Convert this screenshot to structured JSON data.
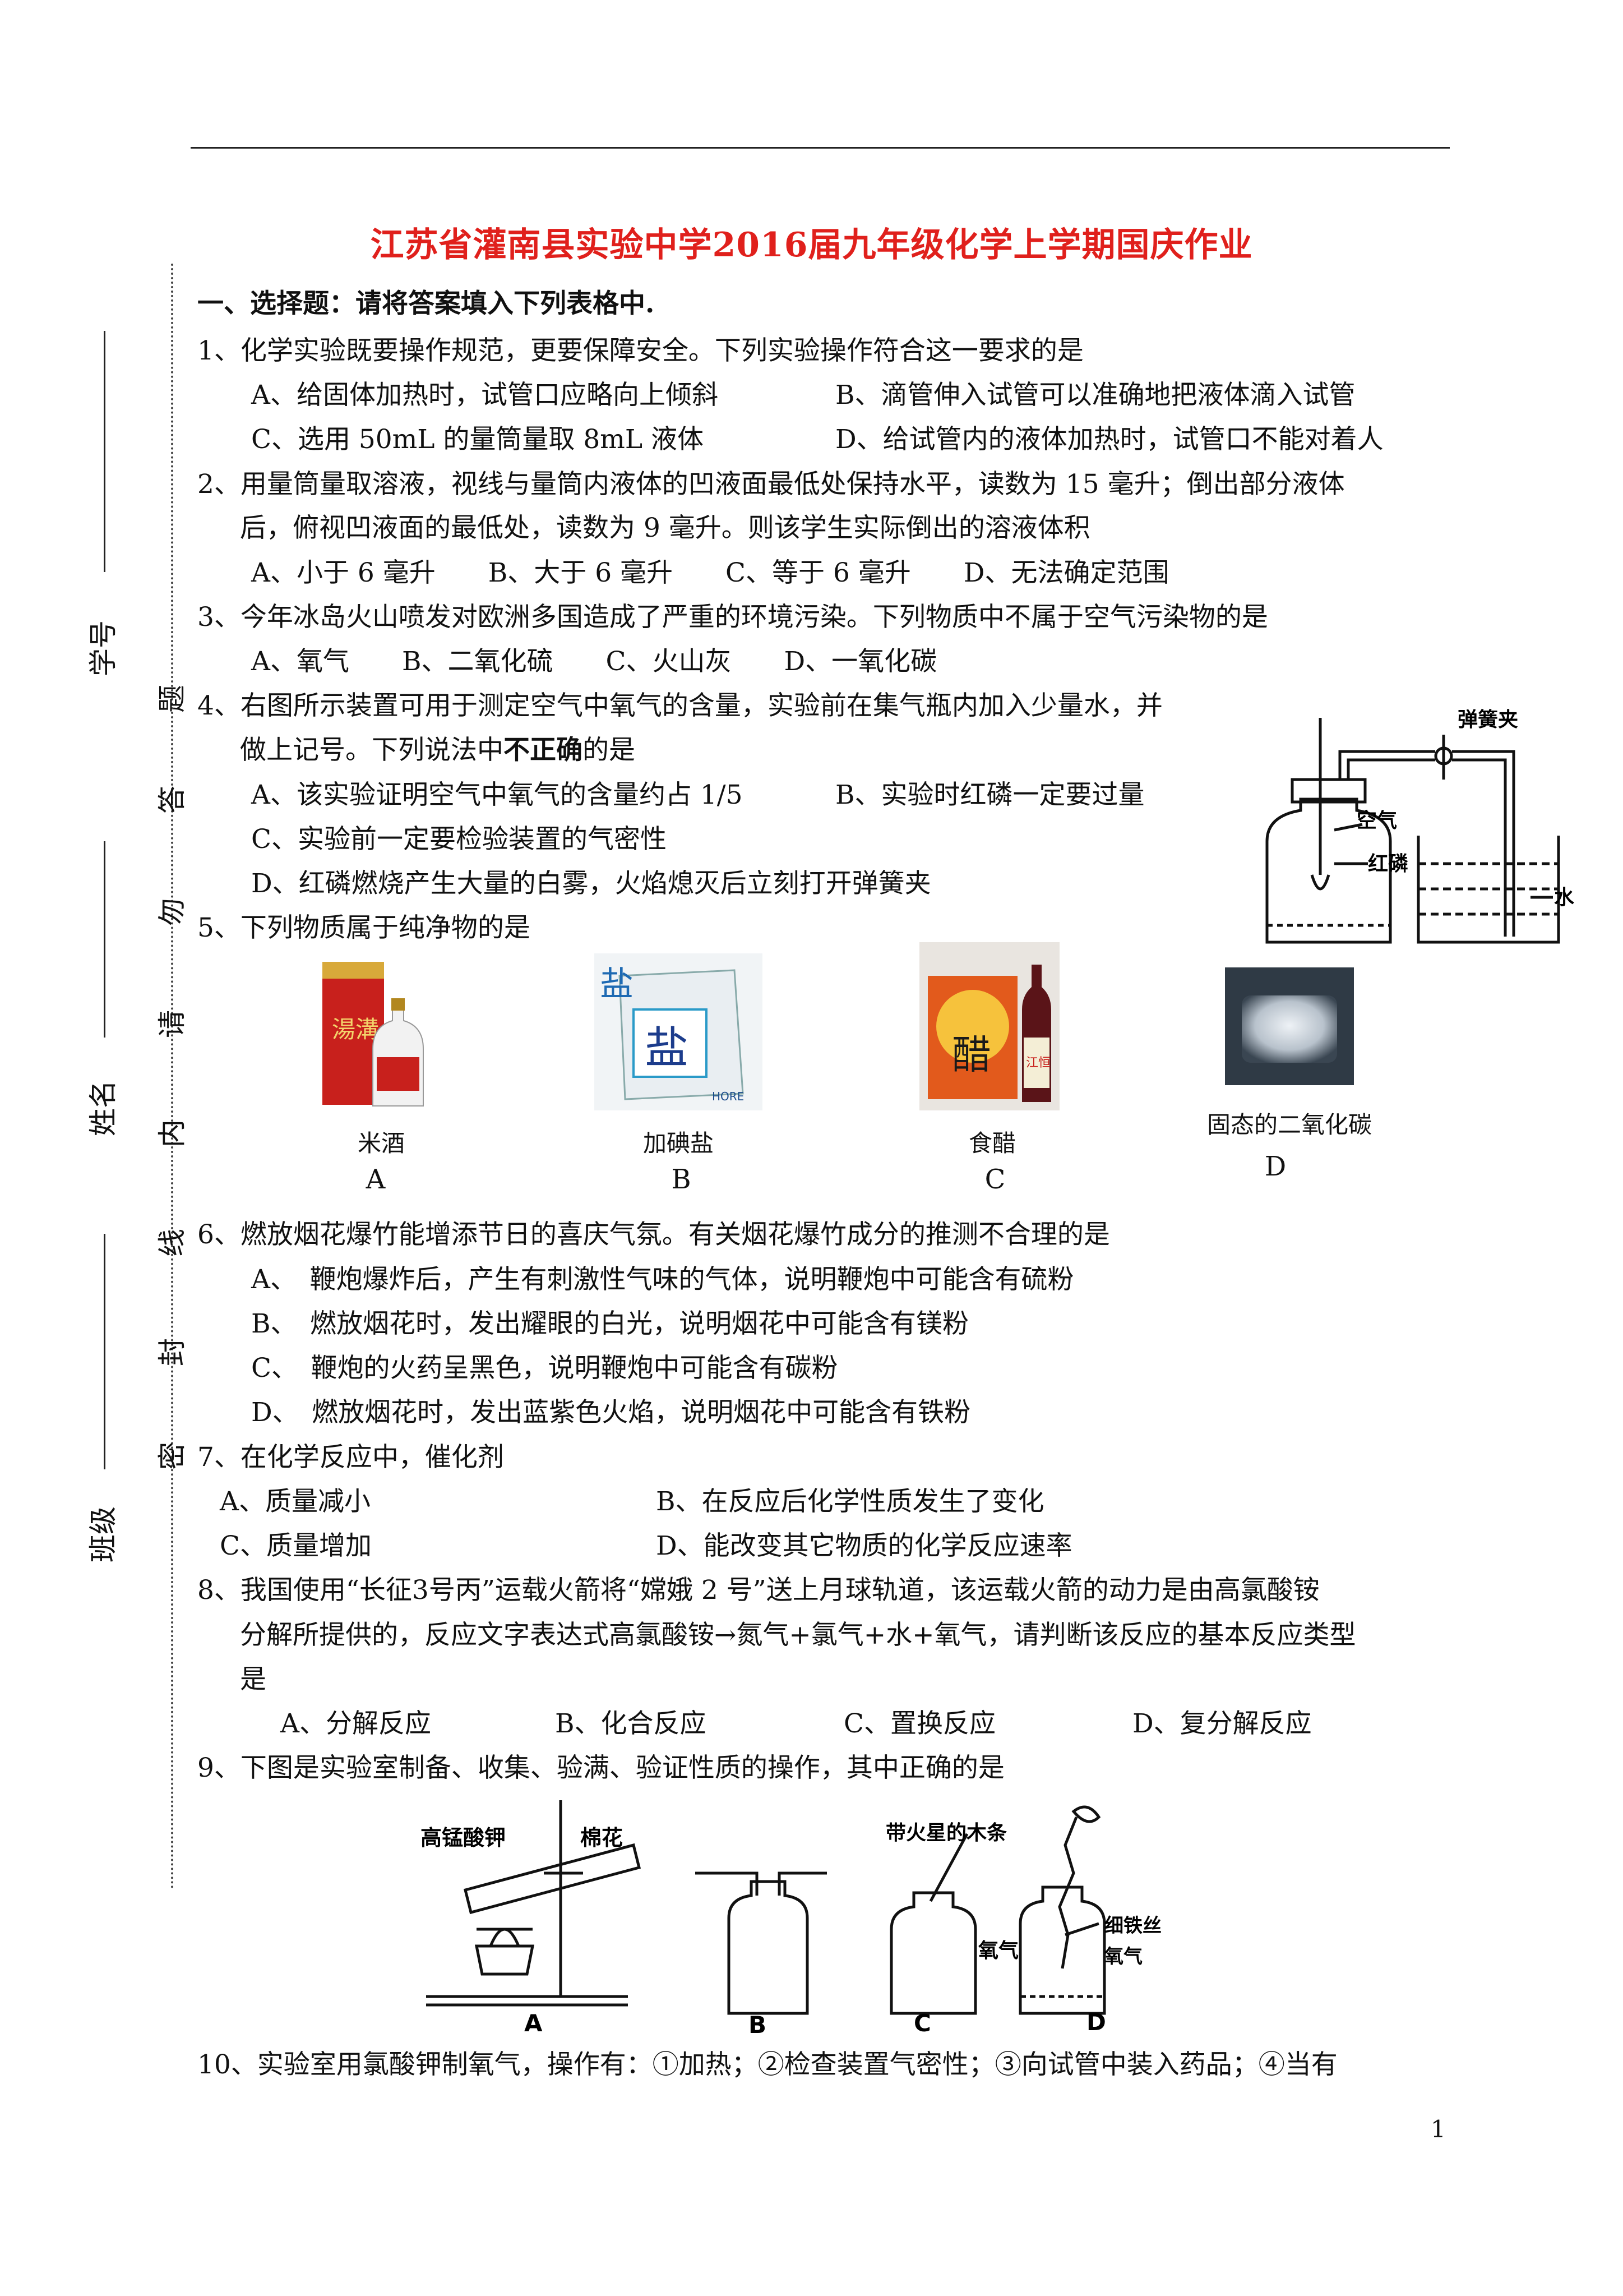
{
  "title": "江苏省灌南县实验中学2016届九年级化学上学期国庆作业",
  "side_labels": {
    "xuehao": "学号",
    "xingming": "姓名",
    "banji": "班级"
  },
  "seal_chars": [
    "题",
    "答",
    "勿",
    "请",
    "内",
    "线",
    "封",
    "密"
  ],
  "section_heading": "一、选择题：请将答案填入下列表格中.",
  "q1": {
    "stem": "1、化学实验既要操作规范，更要保障安全。下列实验操作符合这一要求的是",
    "a": "A、给固体加热时，试管口应略向上倾斜",
    "b": "B、滴管伸入试管可以准确地把液体滴入试管",
    "c": "C、选用 50mL 的量筒量取 8mL 液体",
    "d": "D、给试管内的液体加热时，试管口不能对着人"
  },
  "q2": {
    "stem1": "2、用量筒量取溶液，视线与量筒内液体的凹液面最低处保持水平，读数为 15 毫升；倒出部分液体",
    "stem2": "后，俯视凹液面的最低处，读数为 9 毫升。则该学生实际倒出的溶液体积",
    "opts": "A、小于 6 毫升　　B、大于 6 毫升　　C、等于 6 毫升　　D、无法确定范围"
  },
  "q3": {
    "stem": "3、今年冰岛火山喷发对欧洲多国造成了严重的环境污染。下列物质中不属于空气污染物的是",
    "opts": "A、氧气　　B、二氧化硫　　C、火山灰　　D、一氧化碳"
  },
  "q4": {
    "stem1": "4、右图所示装置可用于测定空气中氧气的含量，实验前在集气瓶内加入少量水，并",
    "stem2_pre": "做上记号。下列说法中",
    "stem2_bold": "不正确",
    "stem2_post": "的是",
    "a": "A、该实验证明空气中氧气的含量约占 1/5",
    "b": "B、实验时红磷一定要过量",
    "c": "C、实验前一定要检验装置的气密性",
    "d": "D、红磷燃烧产生大量的白雾，火焰熄灭后立刻打开弹簧夹",
    "fig_labels": {
      "clip": "弹簧夹",
      "air": "空气",
      "phosphorus": "红磷",
      "water": "水"
    }
  },
  "q5": {
    "stem": "5、下列物质属于纯净物的是",
    "items": [
      {
        "caption": "米酒",
        "letter": "A"
      },
      {
        "caption": "加碘盐",
        "letter": "B"
      },
      {
        "caption": "食醋",
        "letter": "C"
      },
      {
        "caption": "固态的二氧化碳",
        "letter": "D"
      }
    ],
    "logo_texts": {
      "jiu": "湯溝",
      "yan_top": "盐",
      "yan_bag": "盐",
      "yan_brand": "HORE",
      "cu": "醋",
      "cu_bottle": "江恒"
    }
  },
  "q6": {
    "stem": "6、燃放烟花爆竹能增添节日的喜庆气氛。有关烟花爆竹成分的推测不合理的是",
    "a": "A、　鞭炮爆炸后，产生有刺激性气味的气体，说明鞭炮中可能含有硫粉",
    "b": "B、　燃放烟花时，发出耀眼的白光，说明烟花中可能含有镁粉",
    "c": "C、　鞭炮的火药呈黑色，说明鞭炮中可能含有碳粉",
    "d": "D、　燃放烟花时，发出蓝紫色火焰，说明烟花中可能含有铁粉"
  },
  "q7": {
    "stem": "7、在化学反应中，催化剂",
    "a": "A、质量减小",
    "b": "B、在反应后化学性质发生了变化",
    "c": "C、质量增加",
    "d": "D、能改变其它物质的化学反应速率"
  },
  "q8": {
    "stem1": "8、我国使用“长征3号丙”运载火箭将“嫦娥 2 号”送上月球轨道，该运载火箭的动力是由高氯酸铵",
    "stem2": "分解所提供的，反应文字表达式高氯酸铵→氮气+氯气+水+氧气，请判断该反应的基本反应类型",
    "stem3": "是",
    "opts": [
      "A、分解反应",
      "B、化合反应",
      "C、置换反应",
      "D、复分解反应"
    ]
  },
  "q9": {
    "stem": "9、下图是实验室制备、收集、验满、验证性质的操作，其中正确的是",
    "fig_labels": {
      "kmno4": "高锰酸钾",
      "cotton": "棉花",
      "splint": "带火星的木条",
      "oxygen_c": "氧气",
      "wire": "细铁丝",
      "oxygen_d": "氧气"
    },
    "letters": [
      "A",
      "B",
      "C",
      "D"
    ]
  },
  "q10": {
    "stem": "10、实验室用氯酸钾制氧气，操作有：①加热；②检查装置气密性；③向试管中装入药品；④当有"
  },
  "page_number": "1"
}
